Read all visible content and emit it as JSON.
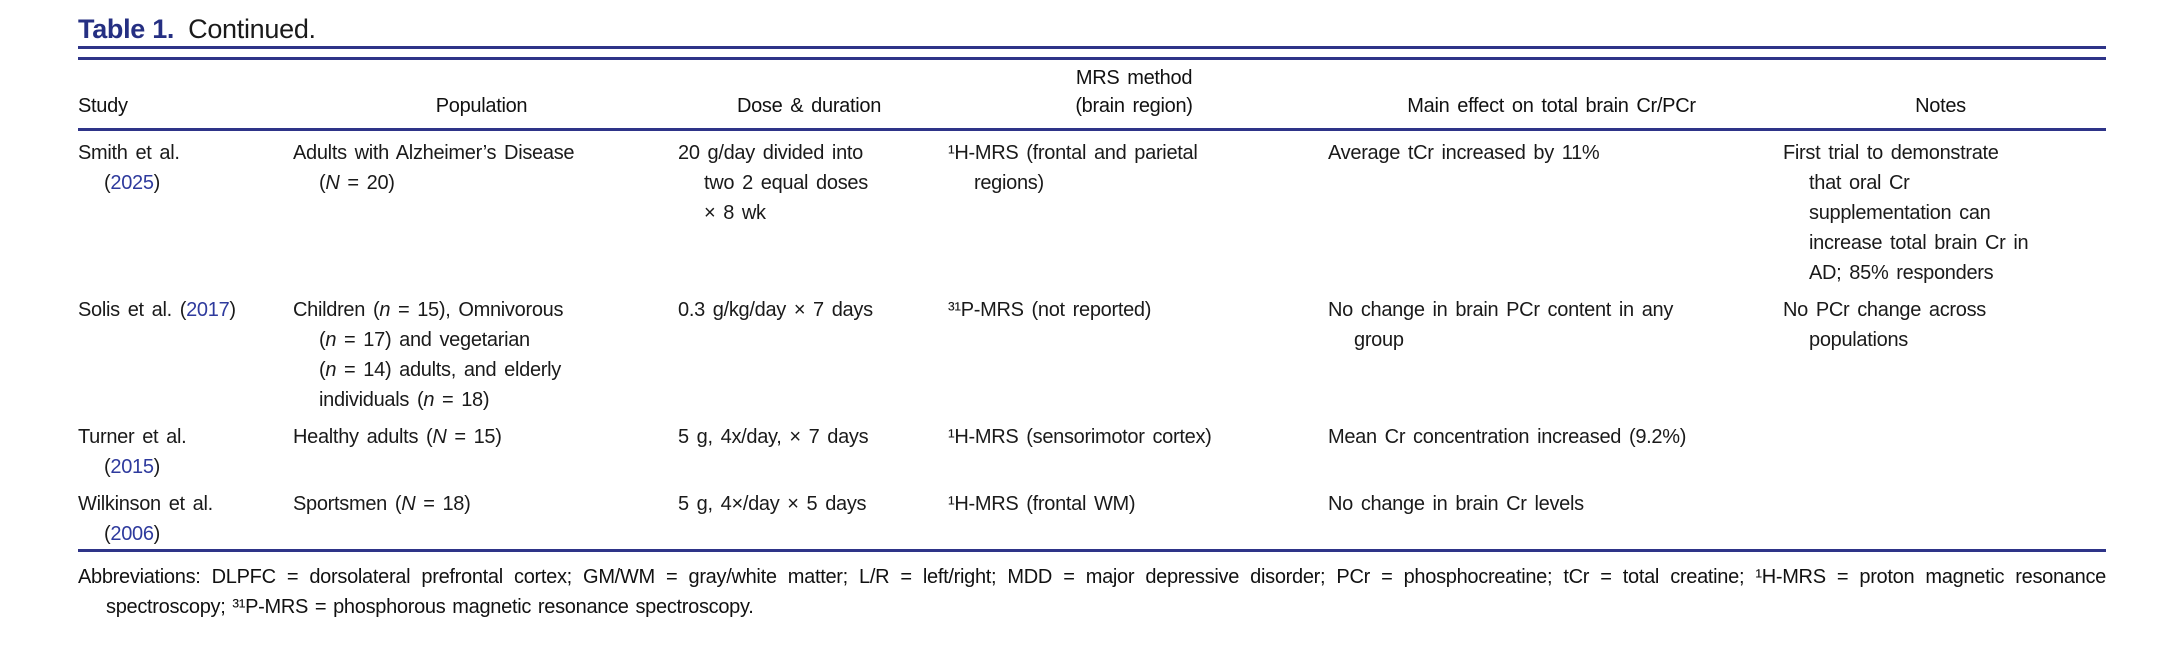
{
  "caption": {
    "label": "Table 1.",
    "continued": "Continued."
  },
  "punct": {
    "open": "(",
    "close": ")"
  },
  "columns": [
    "Study",
    "Population",
    "Dose & duration",
    "MRS method\n(brain region)",
    "Main effect on total brain Cr/PCr",
    "Notes"
  ],
  "rows": [
    {
      "study": {
        "name": "Smith et al.\n",
        "year": "2025"
      },
      "population": "Adults with Alzheimer’s Disease\n(N = 20)",
      "dose": "20 g/day divided into\ntwo 2 equal doses\n× 8 wk",
      "mrs": "¹H-MRS (frontal and parietal\nregions)",
      "effect": "Average tCr increased by 11%",
      "notes": "First trial to demonstrate\nthat oral Cr\nsupplementation can\nincrease total brain Cr in\nAD; 85% responders"
    },
    {
      "study": {
        "name": "Solis et al. ",
        "year": "2017"
      },
      "population": "Children (n = 15), Omnivorous\n(n = 17) and vegetarian\n(n = 14) adults, and elderly\nindividuals (n = 18)",
      "dose": "0.3 g/kg/day × 7 days",
      "mrs": "³¹P-MRS (not reported)",
      "effect": "No change in brain PCr content in any\ngroup",
      "notes": "No PCr change across\npopulations"
    },
    {
      "study": {
        "name": "Turner et al.\n",
        "year": "2015"
      },
      "population": "Healthy adults (N = 15)",
      "dose": "5 g, 4x/day, × 7 days",
      "mrs": "¹H-MRS (sensorimotor cortex)",
      "effect": "Mean Cr concentration increased (9.2%)",
      "notes": ""
    },
    {
      "study": {
        "name": "Wilkinson et al.\n",
        "year": "2006"
      },
      "population": "Sportsmen (N = 18)",
      "dose": "5 g, 4×/day × 5 days",
      "mrs": "¹H-MRS (frontal WM)",
      "effect": "No change in brain Cr levels",
      "notes": ""
    }
  ],
  "footnote": "Abbreviations: DLPFC = dorsolateral prefrontal cortex; GM/WM = gray/white matter; L/R = left/right; MDD = major depressive disorder; PCr = phosphocreatine; tCr = total creatine; ¹H-MRS = proton magnetic resonance spectroscopy; ³¹P-MRS = phosphorous magnetic resonance spectroscopy.",
  "colors": {
    "accent_navy": "#2e3488",
    "title_navy": "#252f82",
    "link_blue": "#2e3a9d"
  }
}
